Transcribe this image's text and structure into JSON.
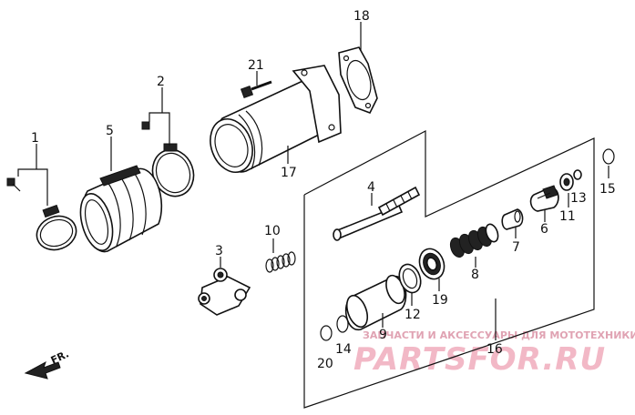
{
  "diagram": {
    "callouts": [
      "1",
      "2",
      "3",
      "4",
      "5",
      "6",
      "7",
      "8",
      "9",
      "10",
      "11",
      "12",
      "13",
      "14",
      "15",
      "16",
      "17",
      "18",
      "19",
      "20",
      "21"
    ],
    "direction_label": "FR.",
    "watermark": {
      "text": "ЗАПЧАСТИ И АКСЕССУАРЫ ДЛЯ МОТОТЕХНИКИ",
      "brand": "PARTSFOR.RU"
    }
  }
}
